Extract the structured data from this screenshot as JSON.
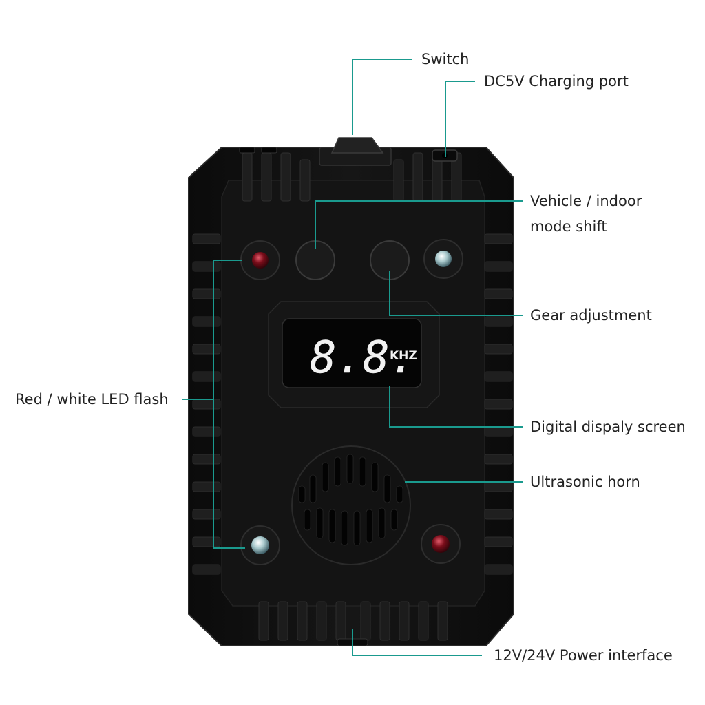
{
  "colors": {
    "leader": "#1a9a8e",
    "device_body": "#111111",
    "device_edge": "#262626",
    "display_segment": "#f2f2f2",
    "led_red": "#7a0d1a",
    "led_white": "#a9c9cc"
  },
  "device": {
    "display": {
      "digits": "8.8.",
      "unit": "KHZ"
    }
  },
  "callouts": {
    "switch": {
      "text": "Switch"
    },
    "charging_port": {
      "text": "DC5V Charging port"
    },
    "mode_shift": {
      "line1": "Vehicle / indoor",
      "line2": "mode shift"
    },
    "gear_adjustment": {
      "text": "Gear adjustment"
    },
    "led_flash": {
      "text": "Red / white LED flash"
    },
    "display_screen": {
      "text": "Digital dispaly screen"
    },
    "horn": {
      "text": "Ultrasonic horn"
    },
    "power_interface": {
      "text": "12V/24V Power interface"
    }
  }
}
